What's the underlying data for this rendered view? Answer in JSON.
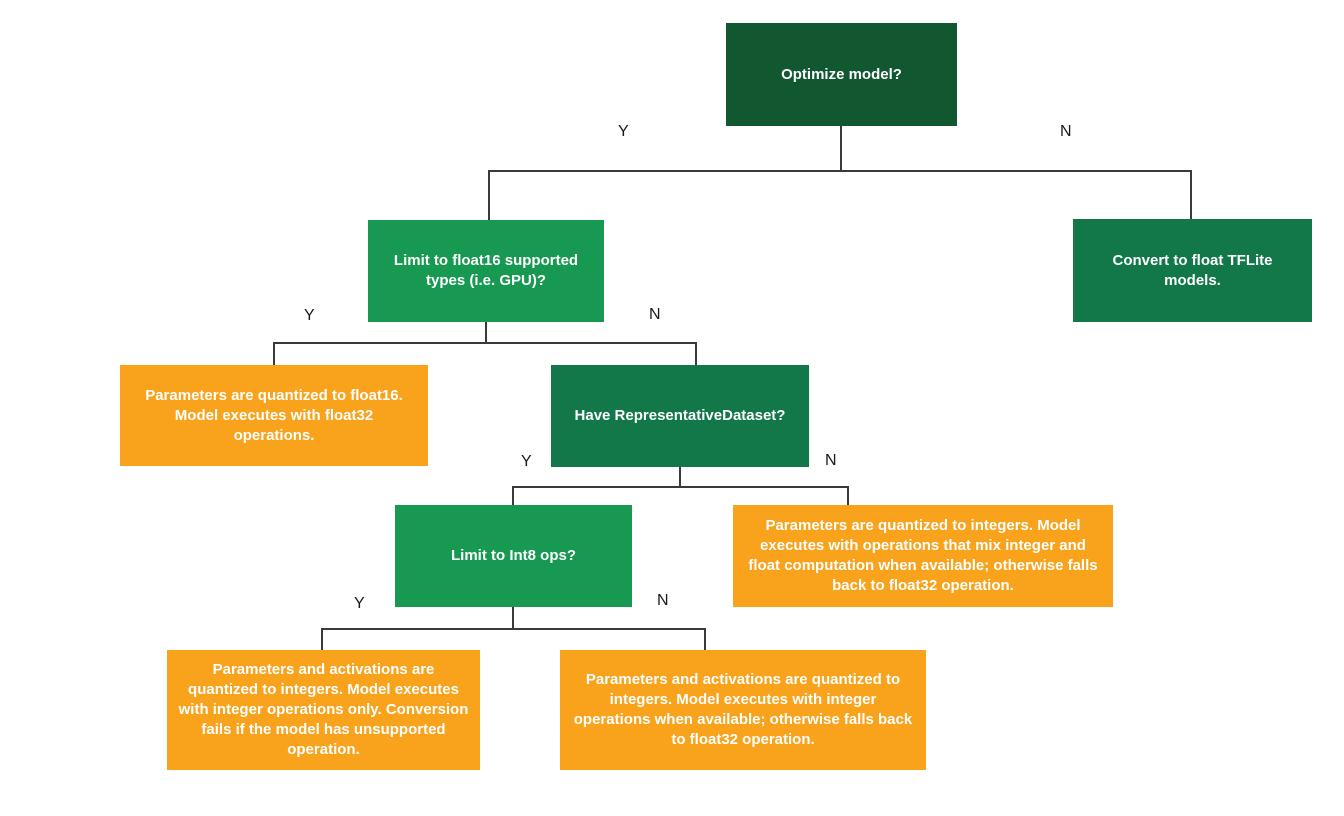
{
  "colors": {
    "dark_green": "#115831",
    "medium_green": "#12784A",
    "bright_green": "#189952",
    "orange": "#F9A21B",
    "connector": "#3A3A3A",
    "box_text": "#FFFFFF",
    "branch_label_text": "#1A1A1A",
    "background": "#FFFFFF"
  },
  "branch_labels": {
    "yes": "Y",
    "no": "N"
  },
  "nodes": {
    "optimize": {
      "label": "Optimize model?"
    },
    "limit_float16": {
      "label": "Limit to float16 supported types (i.e. GPU)?"
    },
    "convert_float": {
      "label": "Convert to float TFLite models."
    },
    "quantized_float16": {
      "label": "Parameters are quantized to float16. Model executes with float32 operations."
    },
    "have_representative_dataset": {
      "label": "Have RepresentativeDataset?"
    },
    "limit_int8": {
      "label": "Limit to Int8 ops?"
    },
    "mixed_int_float": {
      "label": "Parameters are quantized to integers. Model executes with operations that mix integer and float computation when available; otherwise falls back to float32 operation."
    },
    "int_only": {
      "label": "Parameters and activations are quantized to integers. Model executes with integer operations only. Conversion fails if the model has unsupported operation."
    },
    "int_fallback": {
      "label": "Parameters and activations are quantized to integers. Model executes with integer operations when available; otherwise falls back to float32 operation."
    }
  },
  "edges": [
    {
      "from": "optimize",
      "to": "limit_float16",
      "label": "Y"
    },
    {
      "from": "optimize",
      "to": "convert_float",
      "label": "N"
    },
    {
      "from": "limit_float16",
      "to": "quantized_float16",
      "label": "Y"
    },
    {
      "from": "limit_float16",
      "to": "have_representative_dataset",
      "label": "N"
    },
    {
      "from": "have_representative_dataset",
      "to": "limit_int8",
      "label": "Y"
    },
    {
      "from": "have_representative_dataset",
      "to": "mixed_int_float",
      "label": "N"
    },
    {
      "from": "limit_int8",
      "to": "int_only",
      "label": "Y"
    },
    {
      "from": "limit_int8",
      "to": "int_fallback",
      "label": "N"
    }
  ]
}
